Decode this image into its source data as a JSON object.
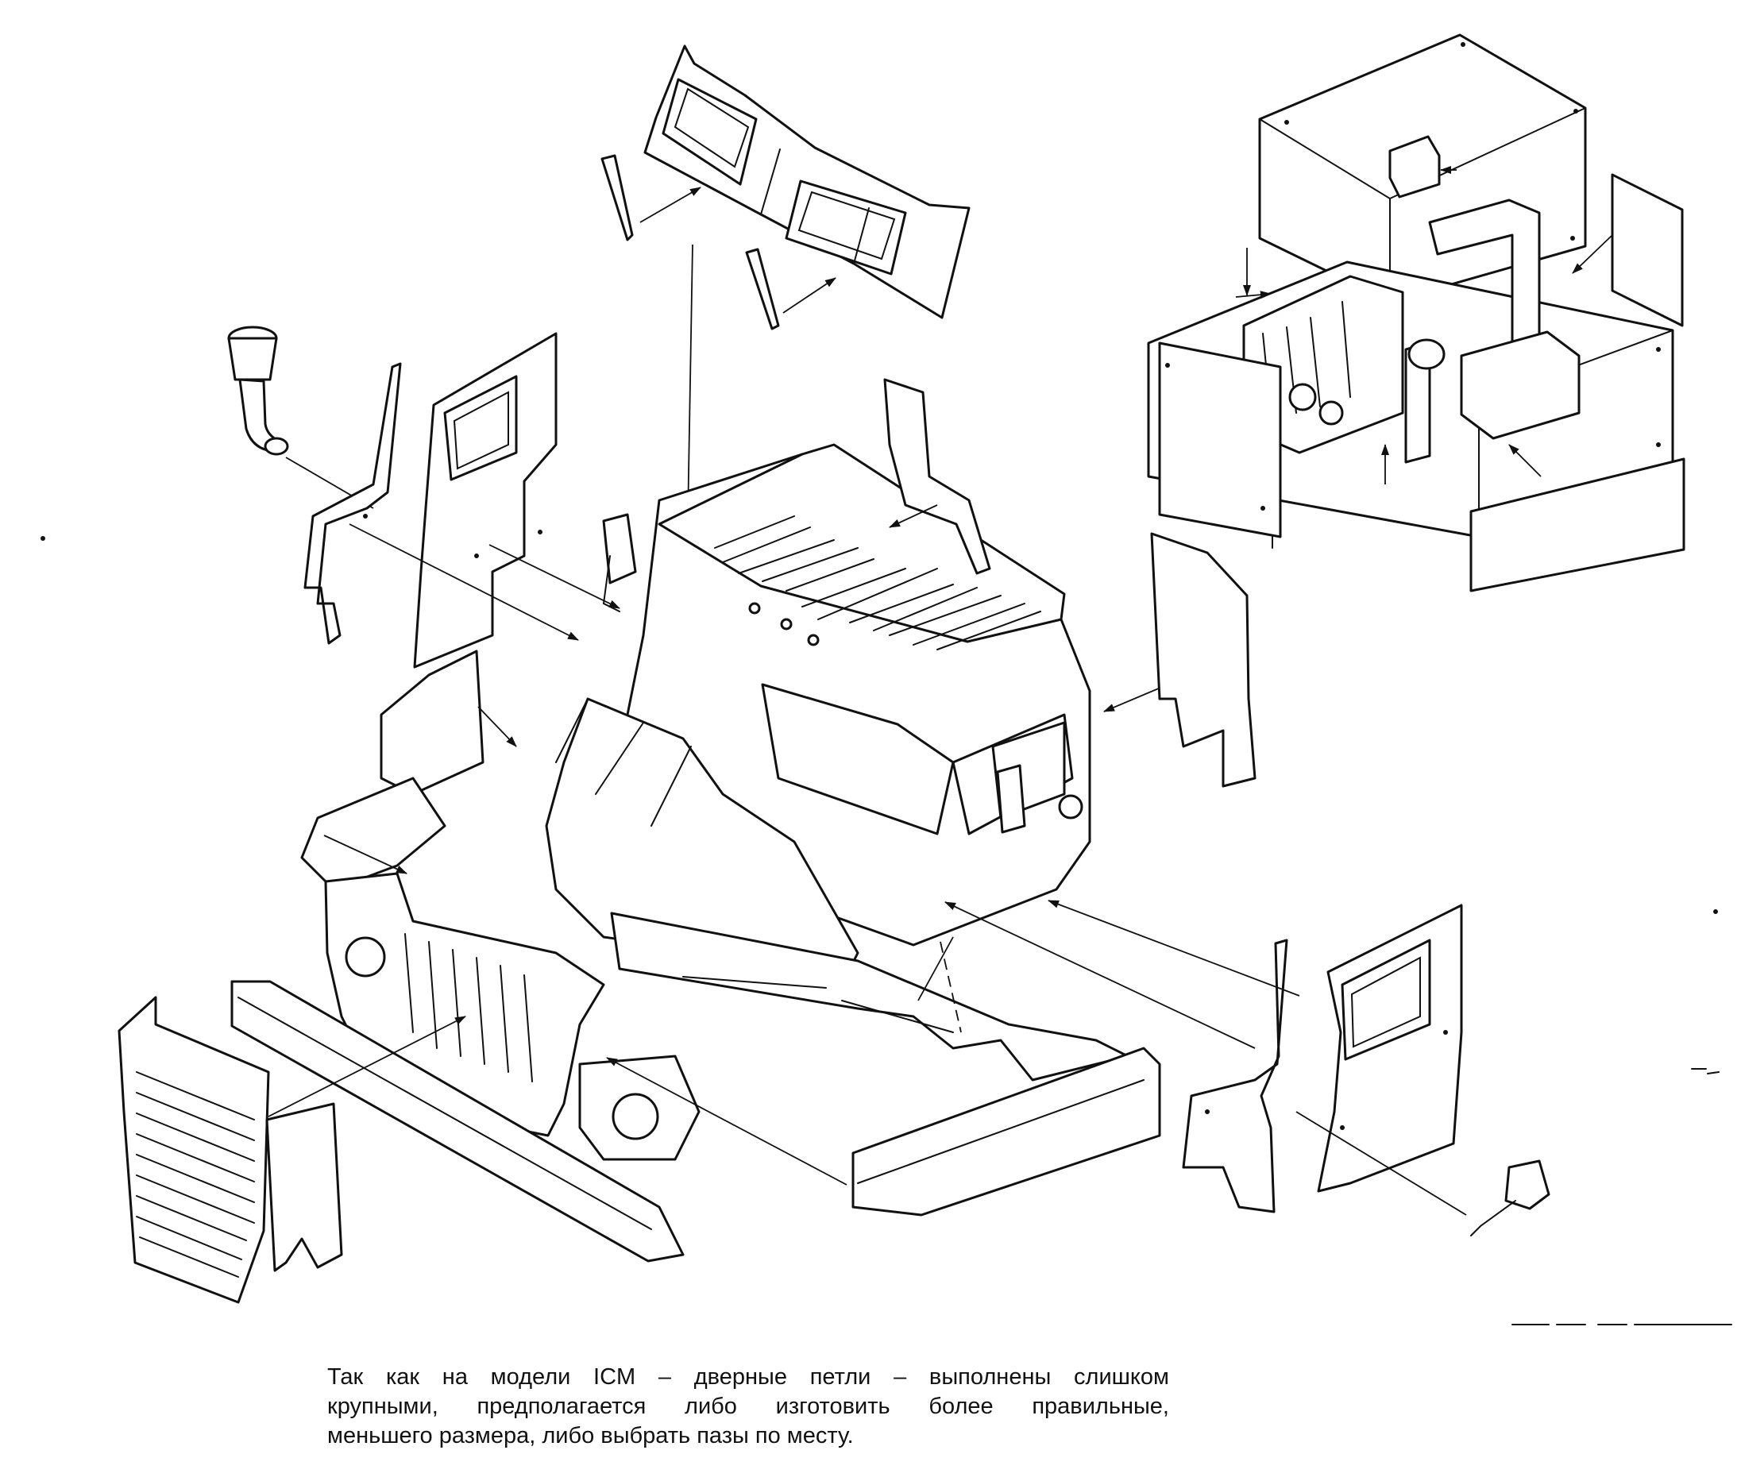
{
  "caption": {
    "lines": [
      "Так как на модели ICM – дверные петли – выполнены слишком",
      "крупными, предполагается либо изготовить более правильные,",
      "меньшего размера, либо выбрать пазы по месту."
    ]
  }
}
